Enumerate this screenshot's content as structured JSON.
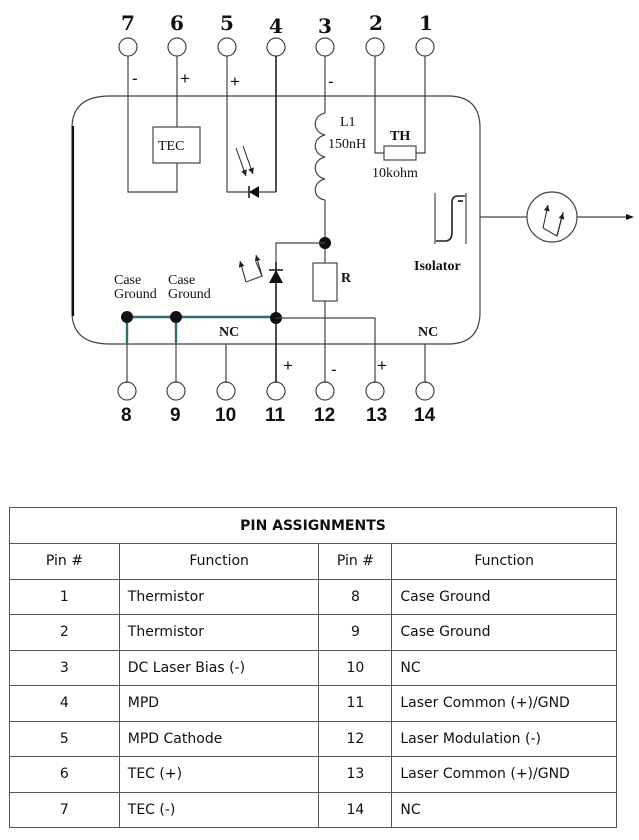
{
  "diagram": {
    "top_pins": [
      {
        "num": "7",
        "sign": "-"
      },
      {
        "num": "6",
        "sign": "+"
      },
      {
        "num": "5",
        "sign": "+"
      },
      {
        "num": "4",
        "sign": ""
      },
      {
        "num": "3",
        "sign": "-"
      },
      {
        "num": "2",
        "sign": ""
      },
      {
        "num": "1",
        "sign": ""
      }
    ],
    "bottom_pins": [
      {
        "num": "8",
        "sign": ""
      },
      {
        "num": "9",
        "sign": ""
      },
      {
        "num": "10",
        "sign": ""
      },
      {
        "num": "11",
        "sign": "+"
      },
      {
        "num": "12",
        "sign": "-"
      },
      {
        "num": "13",
        "sign": "+"
      },
      {
        "num": "14",
        "sign": ""
      }
    ],
    "labels": {
      "tec": "TEC",
      "inductor_name": "L1",
      "inductor_value": "150nH",
      "thermistor_name": "TH",
      "thermistor_value": "10kohm",
      "isolator": "Isolator",
      "resistor": "R",
      "case_ground_1a": "Case",
      "case_ground_1b": "Ground",
      "case_ground_2a": "Case",
      "case_ground_2b": "Ground",
      "nc_10": "NC",
      "nc_14": "NC"
    }
  },
  "table": {
    "title": "PIN ASSIGNMENTS",
    "headers": [
      "Pin #",
      "Function",
      "Pin #",
      "Function"
    ],
    "rows": [
      {
        "pin_a": "1",
        "func_a": "Thermistor",
        "pin_b": "8",
        "func_b": "Case Ground"
      },
      {
        "pin_a": "2",
        "func_a": "Thermistor",
        "pin_b": "9",
        "func_b": "Case Ground"
      },
      {
        "pin_a": "3",
        "func_a": "DC Laser Bias (-)",
        "pin_b": "10",
        "func_b": "NC"
      },
      {
        "pin_a": "4",
        "func_a": "MPD",
        "pin_b": "11",
        "func_b": "Laser Common (+)/GND"
      },
      {
        "pin_a": "5",
        "func_a": "MPD Cathode",
        "pin_b": "12",
        "func_b": "Laser Modulation (-)"
      },
      {
        "pin_a": "6",
        "func_a": "TEC (+)",
        "pin_b": "13",
        "func_b": "Laser Common (+)/GND"
      },
      {
        "pin_a": "7",
        "func_a": "TEC (-)",
        "pin_b": "14",
        "func_b": "NC"
      }
    ]
  }
}
